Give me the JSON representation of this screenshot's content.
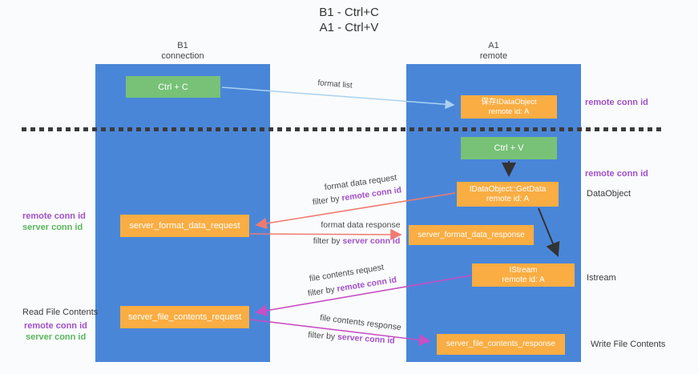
{
  "title": {
    "line1": "B1 - Ctrl+C",
    "line2": "A1 - Ctrl+V"
  },
  "lanes": {
    "b1": {
      "name": "B1",
      "role": "connection"
    },
    "a1": {
      "name": "A1",
      "role": "remote"
    }
  },
  "nodes": {
    "ctrl_c": {
      "label": "Ctrl + C"
    },
    "save_idataobject": {
      "line1": "保存IDataObject",
      "line2": "remote id: A"
    },
    "ctrl_v": {
      "label": "Ctrl + V"
    },
    "getdata": {
      "line1": "IDataObject::GetData",
      "line2": "remote id: A"
    },
    "server_format_data_request": {
      "label": "server_format_data_request"
    },
    "server_format_data_response": {
      "label": "server_format_data_response"
    },
    "istream": {
      "line1": "IStream",
      "line2": "remote id: A"
    },
    "server_file_contents_request": {
      "label": "server_file_contents_request"
    },
    "server_file_contents_response": {
      "label": "server_file_contents_response"
    }
  },
  "annotations": {
    "remote_conn_id_top": "remote conn id",
    "remote_conn_id_mid": "remote conn id",
    "dataobject": "DataObject",
    "istream_side": "Istream",
    "write_file_contents": "Write File Contents",
    "read_file_contents": "Read File Contents",
    "left_remote_conn_id_1": "remote conn id",
    "left_server_conn_id_1": "server conn id",
    "left_remote_conn_id_2": "remote conn id",
    "left_server_conn_id_2": "server conn id"
  },
  "edge_labels": {
    "format_list": "format list",
    "format_data_request": "format data request",
    "filter_by_1_prefix": "filter by ",
    "filter_by_1_id": "remote conn id",
    "format_data_response": "format data response",
    "filter_by_2_prefix": "filter by ",
    "filter_by_2_id": "server conn id",
    "file_contents_request": "file contents request",
    "filter_by_3_prefix": "filter by ",
    "filter_by_3_id": "remote conn id",
    "file_contents_response": "file contents response",
    "filter_by_4_prefix": "filter by ",
    "filter_by_4_id": "server conn id"
  },
  "colors": {
    "lane_blue": "#4a86d8",
    "node_green": "#77c277",
    "node_orange": "#f9ad42",
    "arrow_light_blue": "#a8d2f0",
    "arrow_salmon": "#ef7b70",
    "arrow_magenta": "#c94ec4",
    "arrow_black": "#333333",
    "conn_id_purple": "#a050c8",
    "conn_id_green": "#58b65c"
  }
}
